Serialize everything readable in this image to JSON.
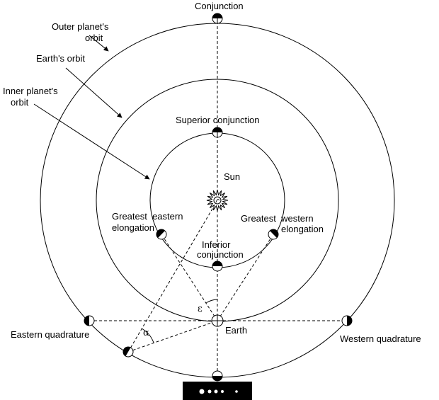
{
  "labels": {
    "outer_orbit": [
      "Outer planet's",
      "orbit"
    ],
    "earth_orbit": "Earth's orbit",
    "inner_orbit": [
      "Inner planet's",
      "orbit"
    ],
    "conjunction": "Conjunction",
    "superior_conjunction": "Superior conjunction",
    "sun": "Sun",
    "greatest_eastern": [
      "Greatest  eastern",
      "elongation"
    ],
    "greatest_western": [
      "Greatest  western",
      "elongation"
    ],
    "inferior_conjunction": [
      "Inferior",
      "conjunction"
    ],
    "epsilon": "ε",
    "alpha": "α",
    "earth": "Earth",
    "eastern_quadrature": "Eastern quadrature",
    "western_quadrature": "Western quadrature"
  },
  "colors": {
    "line": "#000000",
    "background": "#ffffff"
  }
}
